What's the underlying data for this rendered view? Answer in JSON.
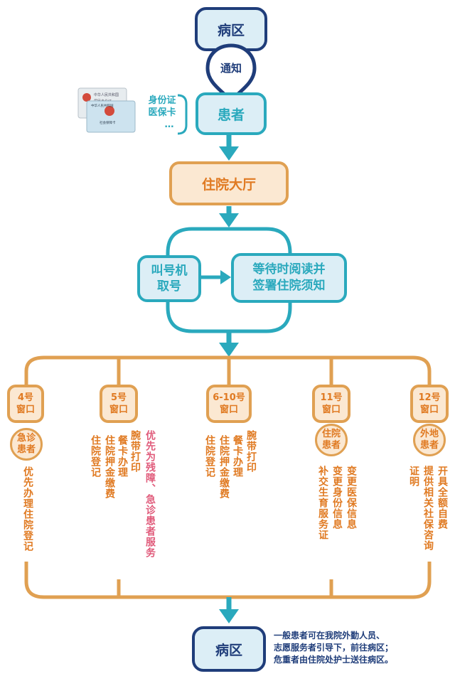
{
  "top_ward": {
    "label": "病区"
  },
  "notify": {
    "label": "通知"
  },
  "id_docs": {
    "line1": "身份证",
    "line2": "医保卡",
    "line3": "…"
  },
  "id_card_image": {
    "back_text": "中华人民共和国 居民身份证",
    "front_text": "中华人民共和国 社会保障卡"
  },
  "patient": {
    "label": "患者"
  },
  "hall": {
    "label": "住院大厅"
  },
  "ticket": {
    "line1": "叫号机",
    "line2": "取号"
  },
  "read_sign": {
    "line1": "等待时阅读并",
    "line2": "签署住院须知"
  },
  "windows": [
    {
      "number": "4号",
      "name": "窗口",
      "tag": [
        "急诊",
        "患者"
      ],
      "services": [
        "优先办理住院登记"
      ]
    },
    {
      "number": "5号",
      "name": "窗口",
      "tag": [],
      "services": [
        "优先为残障、急诊患者服务",
        "腕带打印",
        "餐卡办理",
        "住院押金缴费",
        "住院登记"
      ]
    },
    {
      "number": "6-10号",
      "name": "窗口",
      "tag": [],
      "services": [
        "腕带打印",
        "餐卡办理",
        "住院押金缴费",
        "住院登记"
      ]
    },
    {
      "number": "11号",
      "name": "窗口",
      "tag": [
        "住院",
        "患者"
      ],
      "services": [
        "变更医保信息",
        "变更身份信息",
        "补交生育服务证"
      ]
    },
    {
      "number": "12号",
      "name": "窗口",
      "tag": [
        "外地",
        "患者"
      ],
      "services": [
        "开具全额自费",
        "提供相关社保咨询",
        "证明"
      ]
    }
  ],
  "bottom_ward": {
    "label": "病区"
  },
  "note": {
    "line1": "一般患者可在我院外勤人员、",
    "line2": "志愿服务者引导下，前往病区；",
    "line3": "危重者由住院处护士送往病区。"
  },
  "colors": {
    "navy": "#1f3d7a",
    "teal": "#2aa9bd",
    "orange": "#e0a052",
    "orange_text": "#e07a22",
    "pink": "#e05a7a"
  }
}
